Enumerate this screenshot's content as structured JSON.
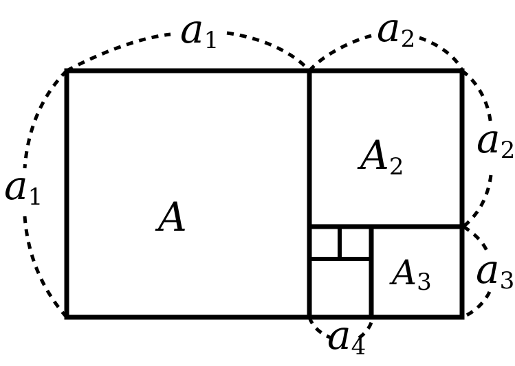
{
  "labels": {
    "a1_top": {
      "base": "a",
      "sub": "1"
    },
    "a2_top": {
      "base": "a",
      "sub": "2"
    },
    "a1_left": {
      "base": "a",
      "sub": "1"
    },
    "a2_right": {
      "base": "a",
      "sub": "2"
    },
    "a3_right": {
      "base": "a",
      "sub": "3"
    },
    "a4_bottom": {
      "base": "a",
      "sub": "4"
    },
    "region_A": {
      "base": "A",
      "sub": ""
    },
    "region_A2": {
      "base": "A",
      "sub": "2"
    },
    "region_A3": {
      "base": "A",
      "sub": "3"
    }
  },
  "colors": {
    "stroke": "#000000",
    "background": "#ffffff"
  }
}
